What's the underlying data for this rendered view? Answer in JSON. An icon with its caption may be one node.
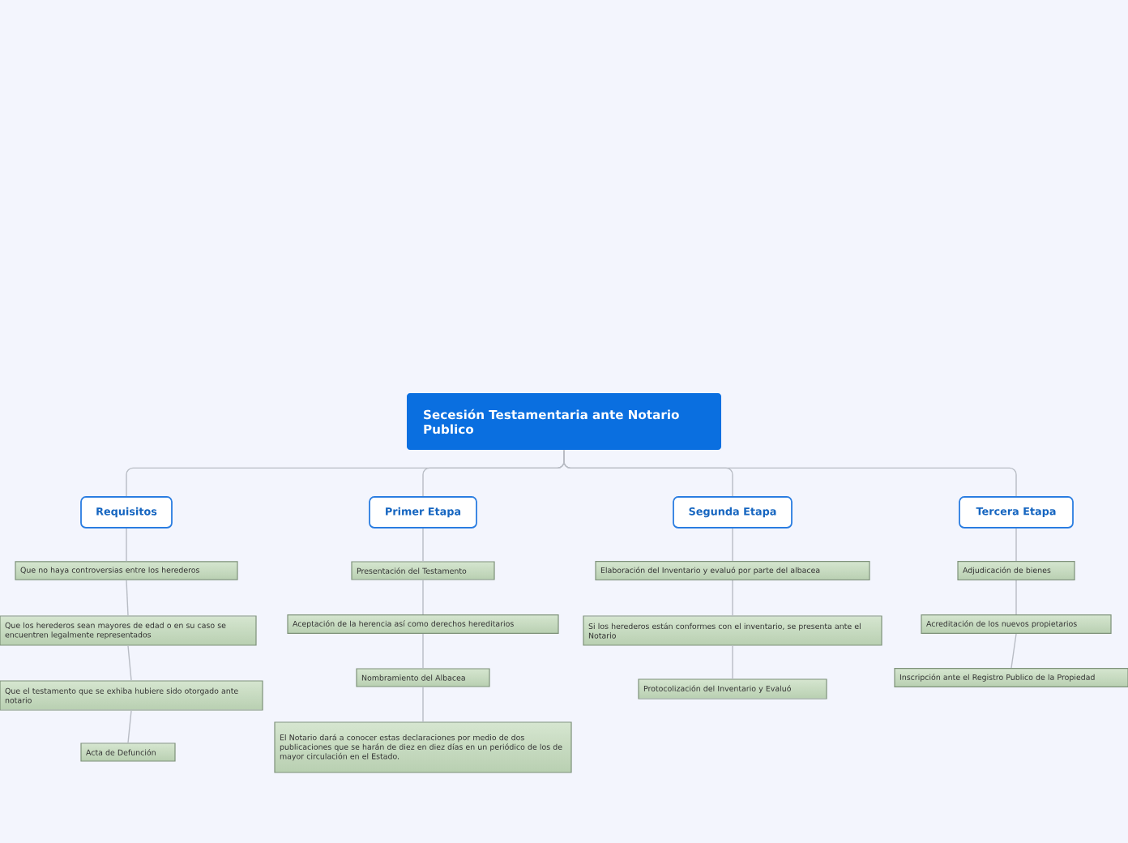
{
  "diagram": {
    "nodes": [
      {
        "text": [
          "Secesión Testamentaria ante Notario Publico"
        ]
      },
      {
        "text": [
          "Requisitos"
        ]
      },
      {
        "text": [
          "Primer Etapa"
        ]
      },
      {
        "text": [
          "Segunda Etapa"
        ]
      },
      {
        "text": [
          "Tercera Etapa"
        ]
      },
      {
        "text": [
          "Que no haya controversias entre los herederos"
        ]
      },
      {
        "text": [
          "Que los herederos sean mayores de edad o en su caso se encuentren legalmente representados"
        ]
      },
      {
        "text": [
          "Que el  testamento que se exhiba hubiere sido otorgado ante notario"
        ]
      },
      {
        "text": [
          "Acta de Defunción"
        ]
      },
      {
        "text": [
          "Presentación del Testamento"
        ]
      },
      {
        "text": [
          "Aceptación de la herencia así como derechos hereditarios"
        ]
      },
      {
        "text": [
          "Nombramiento del Albacea"
        ]
      },
      {
        "text": [
          "El Notario dará a conocer estas declaraciones por medio de dos publicaciones que se harán de diez en diez días en un periódico de los de mayor circulación en el Estado."
        ]
      },
      {
        "text": [
          "Elaboración del Inventario y evaluó  por parte del albacea"
        ]
      },
      {
        "text": [
          "Si los herederos están conformes con el inventario, se presenta ante el Notario"
        ]
      },
      {
        "text": [
          "Protocolización del Inventario y Evaluó"
        ]
      },
      {
        "text": [
          "Adjudicación de bienes"
        ]
      },
      {
        "text": [
          "Acreditación de los nuevos propietarios"
        ]
      },
      {
        "text": [
          "Inscripción ante el Registro Publico de la Propiedad"
        ]
      }
    ],
    "edges": [
      {
        "from": 0,
        "to": 1,
        "arrow": "none"
      },
      {
        "from": 0,
        "to": 2,
        "arrow": "none"
      },
      {
        "from": 0,
        "to": 3,
        "arrow": "none"
      },
      {
        "from": 0,
        "to": 4,
        "arrow": "none"
      },
      {
        "from": 1,
        "to": 5,
        "arrow": "none"
      },
      {
        "from": 5,
        "to": 6,
        "arrow": "none"
      },
      {
        "from": 6,
        "to": 7,
        "arrow": "none"
      },
      {
        "from": 7,
        "to": 8,
        "arrow": "none"
      },
      {
        "from": 2,
        "to": 9,
        "arrow": "none"
      },
      {
        "from": 9,
        "to": 10,
        "arrow": "none"
      },
      {
        "from": 10,
        "to": 11,
        "arrow": "none"
      },
      {
        "from": 11,
        "to": 12,
        "arrow": "none"
      },
      {
        "from": 3,
        "to": 13,
        "arrow": "none"
      },
      {
        "from": 13,
        "to": 14,
        "arrow": "none"
      },
      {
        "from": 14,
        "to": 15,
        "arrow": "none"
      },
      {
        "from": 4,
        "to": 16,
        "arrow": "none"
      },
      {
        "from": 16,
        "to": 17,
        "arrow": "none"
      },
      {
        "from": 17,
        "to": 18,
        "arrow": "none"
      }
    ]
  }
}
